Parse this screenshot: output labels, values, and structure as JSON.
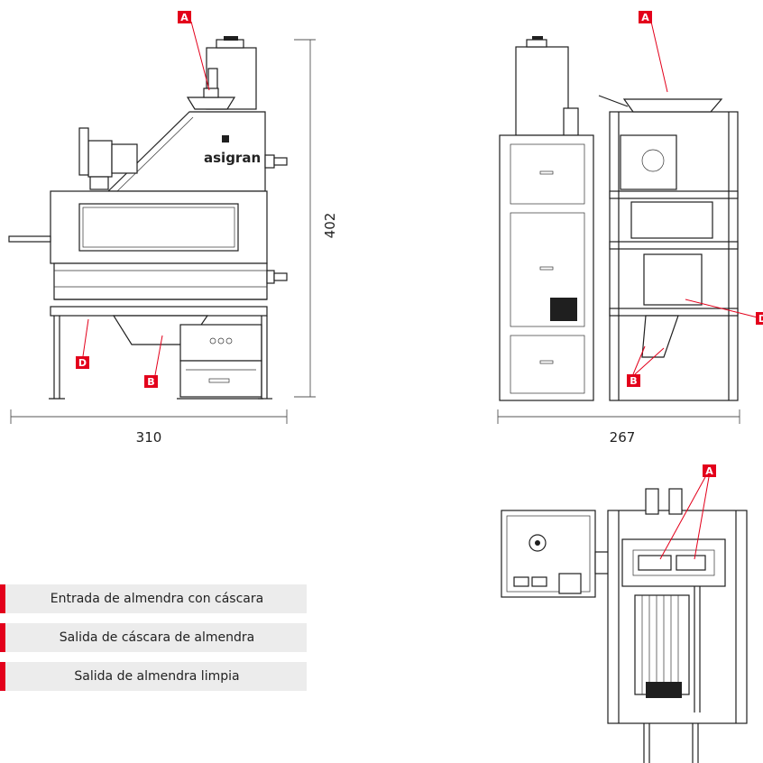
{
  "dimensions": {
    "height_front": "402",
    "width_front": "310",
    "width_side": "267"
  },
  "markers": {
    "a": "A",
    "b": "B",
    "d": "D"
  },
  "brand": {
    "logo_text": "asigran"
  },
  "legend": {
    "items": [
      {
        "label": "Entrada de almendra con cáscara"
      },
      {
        "label": "Salida de cáscara de almendra"
      },
      {
        "label": "Salida de almendra limpia"
      }
    ]
  },
  "colors": {
    "accent": "#e3001b",
    "legend_background": "#ececec",
    "line": "#1f1f1f"
  }
}
